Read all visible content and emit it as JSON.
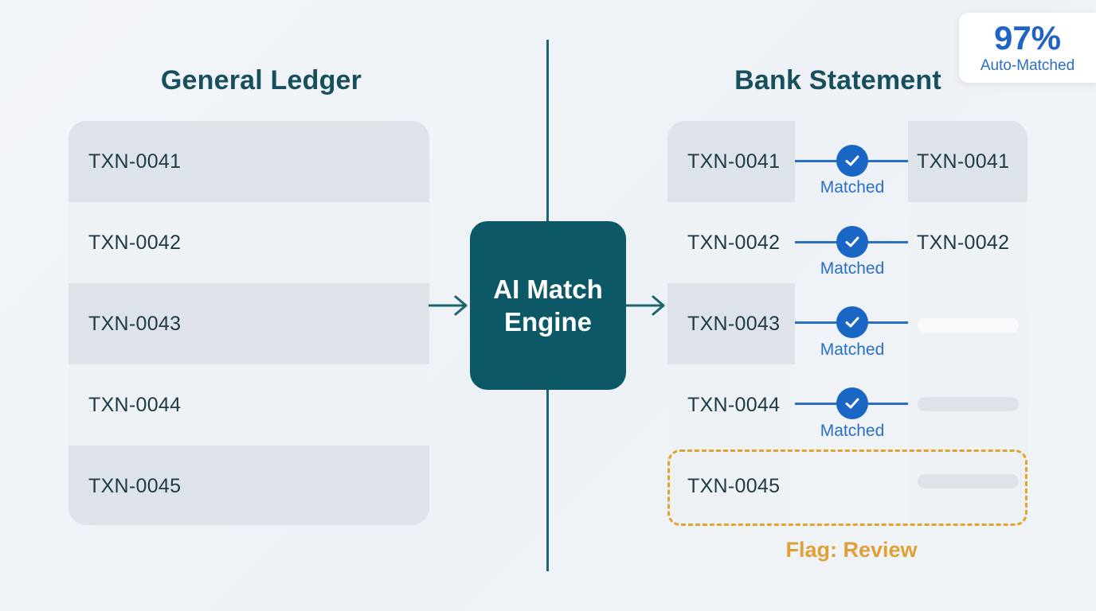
{
  "general_ledger": {
    "title": "General Ledger",
    "transactions": [
      "TXN-0041",
      "TXN-0042",
      "TXN-0043",
      "TXN-0044",
      "TXN-0045"
    ]
  },
  "engine": {
    "label": "AI Match Engine"
  },
  "bank_statement": {
    "title": "Bank Statement",
    "rows": [
      {
        "txn": "TXN-0041",
        "status": "Matched",
        "matched_txn": "TXN-0041"
      },
      {
        "txn": "TXN-0042",
        "status": "Matched",
        "matched_txn": "TXN-0042"
      },
      {
        "txn": "TXN-0043",
        "status": "Matched",
        "matched_txn": ""
      },
      {
        "txn": "TXN-0044",
        "status": "Matched",
        "matched_txn": ""
      },
      {
        "txn": "TXN-0045",
        "status": "",
        "matched_txn": ""
      }
    ],
    "flag_label": "Flag: Review"
  },
  "stat": {
    "value": "97%",
    "label": "Auto-Matched"
  },
  "colors": {
    "heading": "#174f5c",
    "engine": "#0c5866",
    "match": "#2a6fc4",
    "check": "#1966c4",
    "flag": "#e0a431",
    "row_shade": "#dde3e8",
    "row_light": "#eef2f5"
  },
  "icons": {
    "match": "check-circle-icon",
    "flow": "arrow-right-icon"
  }
}
